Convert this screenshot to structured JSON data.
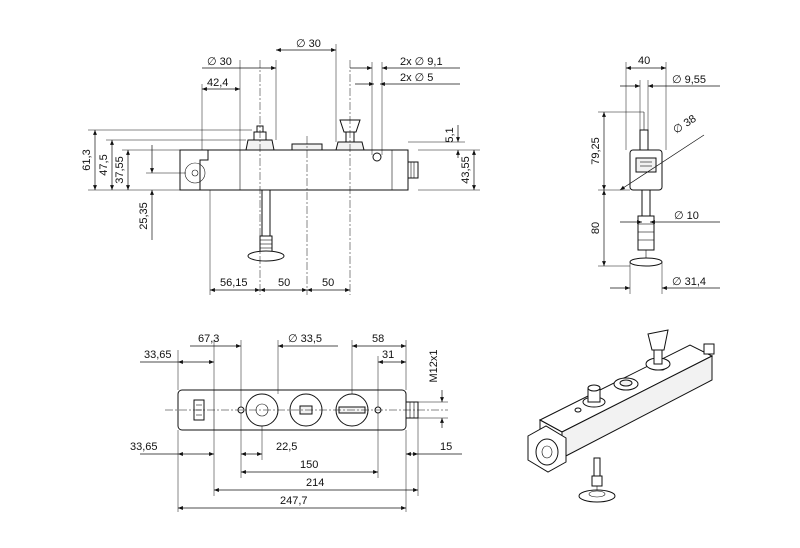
{
  "front_view": {
    "dims": {
      "dia_30_left": "∅ 30",
      "dia_30_top": "∅ 30",
      "dia_9_1": "2x  ∅ 9,1",
      "dia_5": "2x  ∅ 5",
      "d_42_4": "42,4",
      "d_5_1": "5,1",
      "d_61_3": "61,3",
      "d_47_5": "47,5",
      "d_37_55": "37,55",
      "d_43_55": "43,55",
      "d_25_35": "25,35",
      "d_56_15": "56,15",
      "d_50_a": "50",
      "d_50_b": "50"
    }
  },
  "side_view": {
    "dims": {
      "d_40": "40",
      "dia_9_55": "∅ 9,55",
      "dia_38": "∅ 38",
      "d_79_25": "79,25",
      "dia_10": "∅ 10",
      "d_80": "80",
      "dia_31_4": "∅ 31,4"
    }
  },
  "top_view": {
    "dims": {
      "d_67_3": "67,3",
      "dia_33_5": "∅ 33,5",
      "d_58": "58",
      "d_33_65_top": "33,65",
      "d_31": "31",
      "thread": "M12x1",
      "d_33_65_bottom": "33,65",
      "d_22_5": "22,5",
      "d_15": "15",
      "d_150": "150",
      "d_214": "214",
      "d_247_7": "247,7"
    }
  }
}
